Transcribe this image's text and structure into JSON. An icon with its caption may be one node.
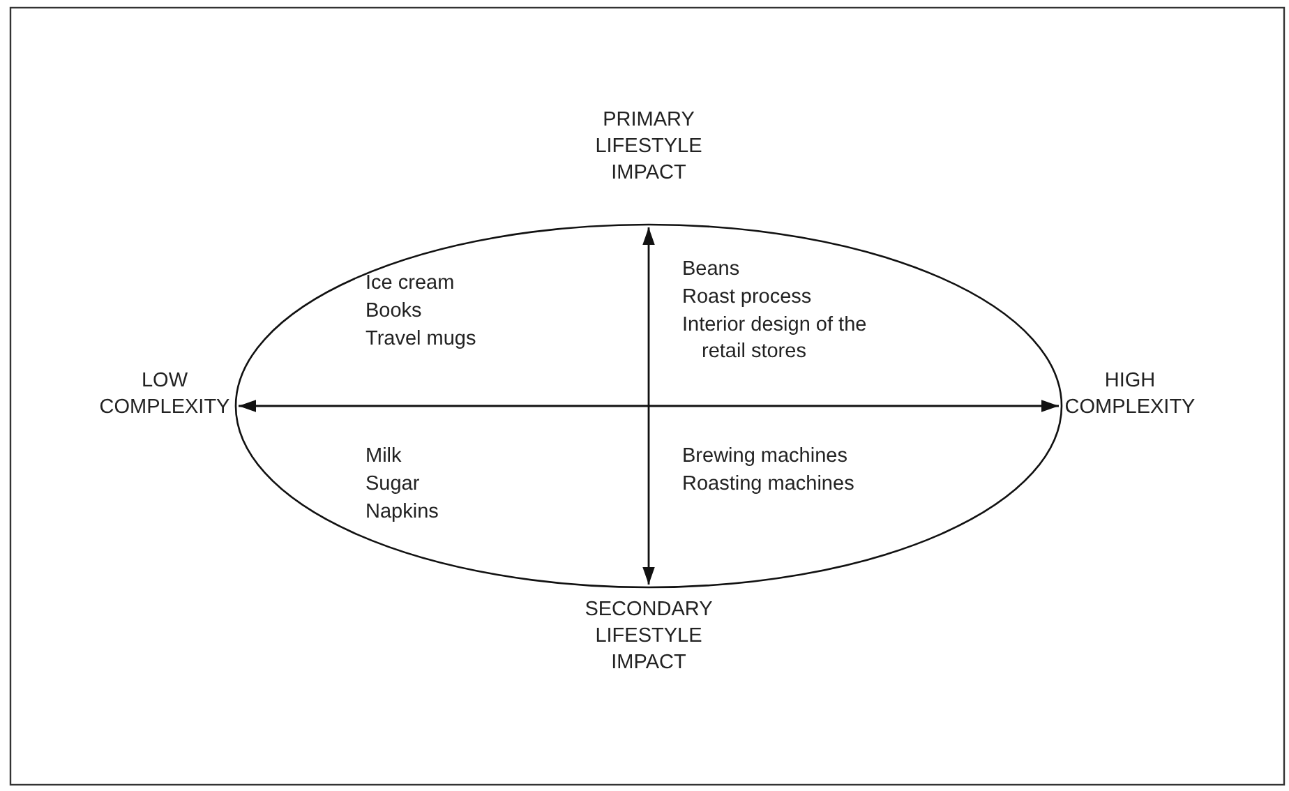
{
  "diagram": {
    "nodes": [
      {
        "text": [],
        "shape": "ellipse"
      }
    ],
    "labels": [
      "PRIMARY LIFESTYLE IMPACT",
      "Ice cream",
      "Books",
      "Travel mugs",
      "Beans",
      "Roast process",
      "Interior design of the retail stores",
      "LOW COMPLEXITY",
      "HIGH COMPLEXITY",
      "Milk",
      "Sugar",
      "Napkins",
      "Brewing machines",
      "Roasting machines",
      "SECONDARY LIFESTYLE IMPACT"
    ]
  }
}
